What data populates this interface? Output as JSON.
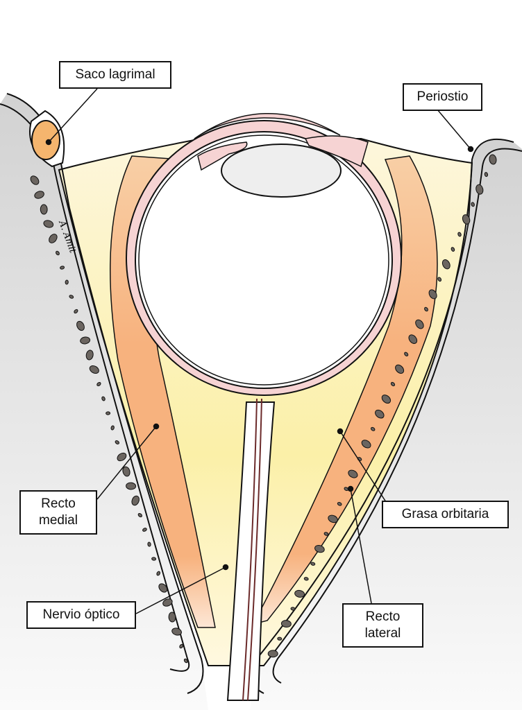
{
  "labels": {
    "lacrimal_sac": "Saco lagrimal",
    "periosteum": "Periostio",
    "medial_rectus": "Recto\nmedial",
    "orbital_fat": "Grasa orbitaria",
    "optic_nerve": "Nervio óptico",
    "lateral_rectus": "Recto\nlateral"
  },
  "signature": "A. Amit",
  "colors": {
    "bone": "#d9d9d9",
    "bone_pores": "#6b6560",
    "fat": "#fbf0a8",
    "muscle": "#f7b27e",
    "sclera": "#f6d3d3",
    "lacrimal_sac": "#f5b56e"
  }
}
